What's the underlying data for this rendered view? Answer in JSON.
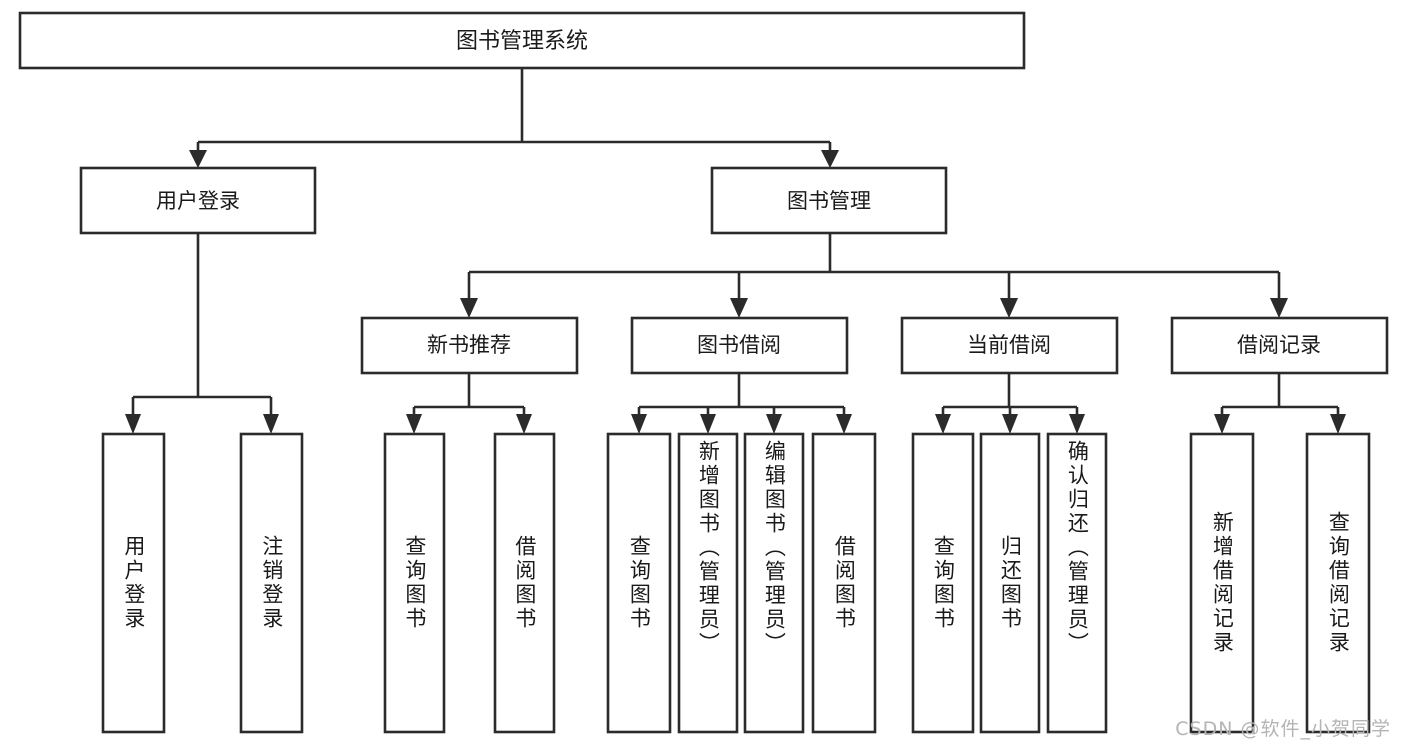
{
  "diagram": {
    "type": "tree-hierarchy-chart",
    "title": "图书管理系统",
    "watermark": "CSDN @软件_小贺同学",
    "colors": {
      "box_stroke": "#2b2b2b",
      "box_fill": "#ffffff",
      "text": "#1a1a1a",
      "background": "#ffffff",
      "watermark": "#b4b4b4"
    },
    "levels": {
      "root": {
        "label": "图书管理系统"
      },
      "level2": [
        {
          "label": "用户登录"
        },
        {
          "label": "图书管理"
        }
      ],
      "level3": [
        {
          "label": "新书推荐",
          "parent": "图书管理"
        },
        {
          "label": "图书借阅",
          "parent": "图书管理"
        },
        {
          "label": "当前借阅",
          "parent": "图书管理"
        },
        {
          "label": "借阅记录",
          "parent": "图书管理"
        }
      ],
      "leaves": [
        {
          "label": "用户登录",
          "parent": "用户登录"
        },
        {
          "label": "注销登录",
          "parent": "用户登录"
        },
        {
          "label": "查询图书",
          "parent": "新书推荐"
        },
        {
          "label": "借阅图书",
          "parent": "新书推荐"
        },
        {
          "label": "查询图书",
          "parent": "图书借阅"
        },
        {
          "label": "新增图书（管理员）",
          "parent": "图书借阅"
        },
        {
          "label": "编辑图书（管理员）",
          "parent": "图书借阅"
        },
        {
          "label": "借阅图书",
          "parent": "图书借阅"
        },
        {
          "label": "查询图书",
          "parent": "当前借阅"
        },
        {
          "label": "归还图书",
          "parent": "当前借阅"
        },
        {
          "label": "确认归还（管理员）",
          "parent": "当前借阅"
        },
        {
          "label": "新增借阅记录",
          "parent": "借阅记录"
        },
        {
          "label": "查询借阅记录",
          "parent": "借阅记录"
        }
      ]
    }
  }
}
